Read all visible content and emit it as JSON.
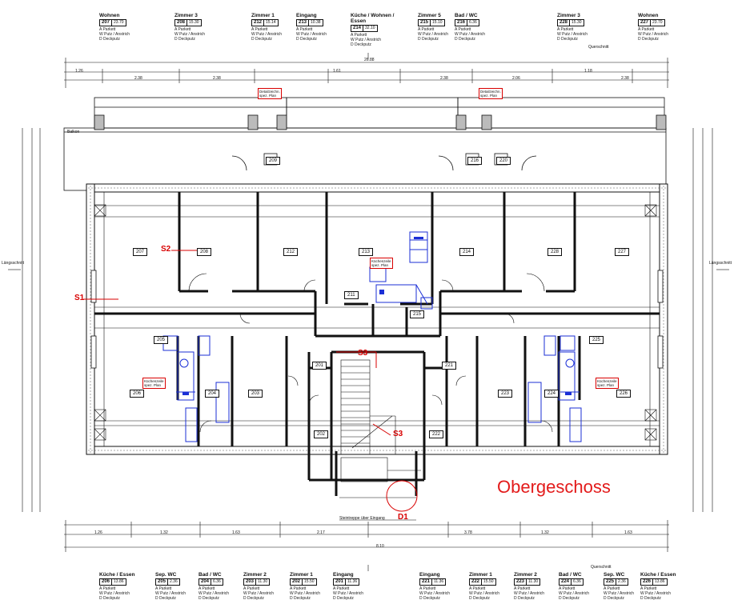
{
  "title": "Obergeschoss",
  "sections": [
    "S1",
    "S2",
    "S3",
    "S3",
    "D1"
  ],
  "stamps_top": [
    {
      "name": "Wohnen",
      "no": "207",
      "a": "23.70"
    },
    {
      "name": "Zimmer 3",
      "no": "208",
      "a": "15.30"
    },
    {
      "name": "Zimmer 1",
      "no": "212",
      "a": "15.14"
    },
    {
      "name": "Eingang",
      "no": "213",
      "a": "10.38"
    },
    {
      "name": "Küche / Wohnen / Essen",
      "no": "214",
      "a": "32.10"
    },
    {
      "name": "Zimmer 5",
      "no": "215",
      "a": "15.10"
    },
    {
      "name": "Bad / WC",
      "no": "216",
      "a": "6.36"
    },
    {
      "name": "Zimmer 3",
      "no": "228",
      "a": "15.30"
    },
    {
      "name": "Wohnen",
      "no": "227",
      "a": "23.70"
    }
  ],
  "stamps_bottom": [
    {
      "name": "Küche / Essen",
      "no": "206",
      "a": "13.86"
    },
    {
      "name": "Sep. WC",
      "no": "205",
      "a": "2.36"
    },
    {
      "name": "Bad / WC",
      "no": "204",
      "a": "6.36"
    },
    {
      "name": "Zimmer 2",
      "no": "203",
      "a": "11.30"
    },
    {
      "name": "Zimmer 1",
      "no": "202",
      "a": "15.50"
    },
    {
      "name": "Eingang",
      "no": "201",
      "a": "11.36"
    },
    {
      "name": "Eingang",
      "no": "221",
      "a": "11.36"
    },
    {
      "name": "Zimmer 1",
      "no": "222",
      "a": "15.50"
    },
    {
      "name": "Zimmer 2",
      "no": "223",
      "a": "11.30"
    },
    {
      "name": "Bad / WC",
      "no": "224",
      "a": "6.36"
    },
    {
      "name": "Sep. WC",
      "no": "225",
      "a": "2.36"
    },
    {
      "name": "Küche / Essen",
      "no": "226",
      "a": "13.86"
    }
  ],
  "stamp_legend": [
    "A   Parkett",
    "W   Putz / Anstrich",
    "D   Deckputz"
  ],
  "rooms": [
    "207",
    "208",
    "212",
    "213",
    "214",
    "228",
    "227",
    "211",
    "215",
    "205",
    "206",
    "204",
    "203",
    "201",
    "202",
    "222",
    "221",
    "223",
    "224",
    "225",
    "226",
    "209",
    "216",
    "220"
  ],
  "labels": {
    "laengsschnitt": "Längsschnitt",
    "querschnitt": "Querschnitt",
    "treppe": "Steintreppe über Eingang",
    "balkon": "Balkon",
    "note": "Küchenzeile\nspez. Plan",
    "note_red": "Detailzeichn.\nspez. Plan"
  },
  "dims_top": [
    "26.88",
    "1.26",
    "2.38",
    "2.38",
    "1.61",
    "2.38",
    "2.06",
    "1.18",
    "2.38"
  ],
  "dims_bottom": [
    "1.26",
    "1.32",
    "1.63",
    "2.17",
    "3.78",
    "1.32",
    "1.63",
    "8.10"
  ]
}
